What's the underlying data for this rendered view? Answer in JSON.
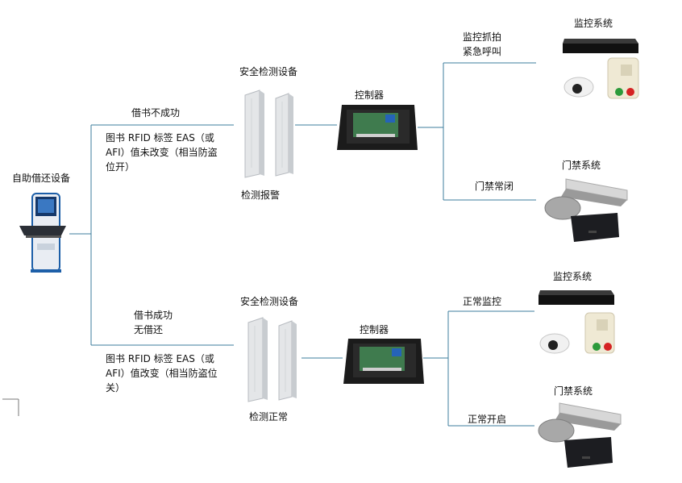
{
  "kiosk": {
    "label": "自助借还设备"
  },
  "top": {
    "status": "借书不成功",
    "desc": "图书 RFID 标签 EAS（或 AFI）值未改变（相当防盗位开）",
    "gate_title": "安全检测设备",
    "gate_caption": "检测报警",
    "controller": "控制器",
    "monitor_action_line1": "监控抓拍",
    "monitor_action_line2": "紧急呼叫",
    "monitor_system": "监控系统",
    "door_action": "门禁常闭",
    "door_system": "门禁系统"
  },
  "bottom": {
    "status_line1": "借书成功",
    "status_line2": "无借还",
    "desc": "图书 RFID 标签 EAS（或 AFI）值改变（相当防盗位关）",
    "gate_title": "安全检测设备",
    "gate_caption": "检测正常",
    "controller": "控制器",
    "monitor_action": "正常监控",
    "monitor_system": "监控系统",
    "door_action": "正常开启",
    "door_system": "门禁系统"
  },
  "colors": {
    "line": "#3d7d9c",
    "panel_blue": "#1d5fa8",
    "controller": "#1b1b1b"
  }
}
